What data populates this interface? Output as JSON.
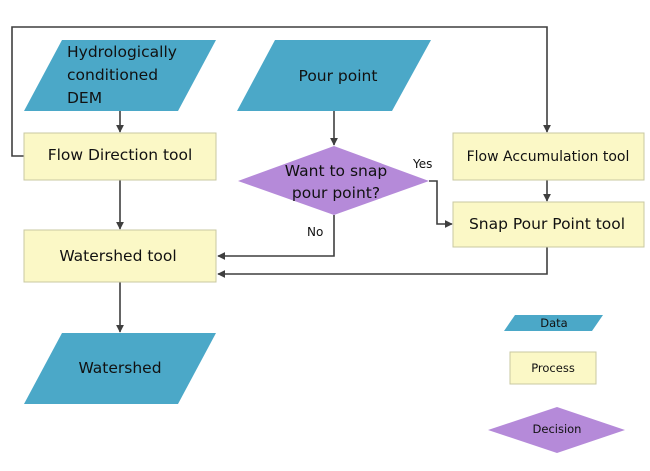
{
  "flow": {
    "data_dem": [
      "Hydrologically",
      "conditioned",
      "DEM"
    ],
    "data_pour_point": "Pour point",
    "process_flow_direction": "Flow Direction tool",
    "decision_snap": [
      "Want to snap",
      "pour point?"
    ],
    "process_flow_accumulation": "Flow Accumulation tool",
    "process_snap_pour_point": "Snap Pour Point tool",
    "process_watershed": "Watershed tool",
    "data_watershed": "Watershed",
    "edge_yes": "Yes",
    "edge_no": "No"
  },
  "legend": {
    "data": "Data",
    "process": "Process",
    "decision": "Decision"
  },
  "colors": {
    "data_fill": "#4ba8c8",
    "process_fill": "#fbf8c6",
    "process_stroke": "#c8c8a2",
    "decision_fill": "#b58ad9",
    "edge": "#3f3f3f"
  }
}
